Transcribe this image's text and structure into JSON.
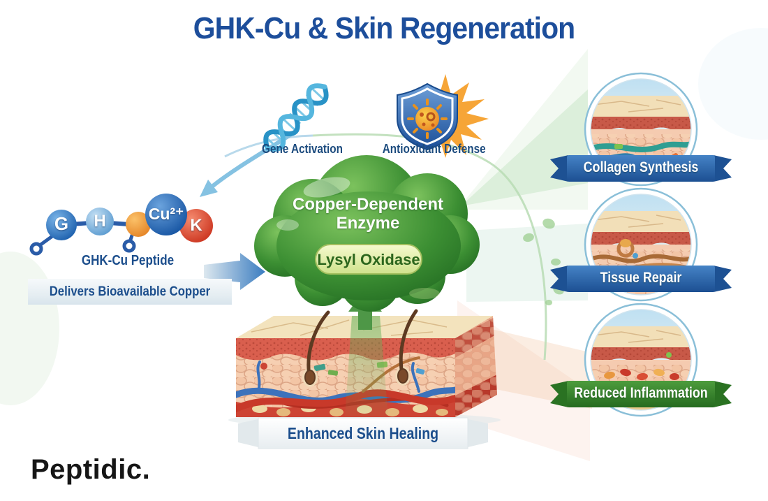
{
  "header": {
    "title": "GHK-Cu & Skin Regeneration"
  },
  "brand": {
    "name": "Peptidic."
  },
  "labels": {
    "gene_activation": "Gene Activation",
    "antioxidant_defense": "Antioxidant Defense"
  },
  "icons": {
    "gene_activation": "dna-helix-icon",
    "antioxidant_defense": "shield-virus-icon"
  },
  "peptide": {
    "beads": [
      {
        "label": "G"
      },
      {
        "label": "H"
      },
      {
        "label": "Cu²⁺"
      },
      {
        "label": "K"
      }
    ],
    "label": "GHK-Cu Peptide",
    "sublabel": "Delivers Bioavailable Copper"
  },
  "enzyme": {
    "label": "Copper-Dependent Enzyme",
    "pill": "Lysyl Oxidase"
  },
  "skin": {
    "caption": "Enhanced Skin Healing"
  },
  "outcomes": [
    {
      "label": "Collagen Synthesis"
    },
    {
      "label": "Tissue Repair"
    },
    {
      "label": "Reduced Inflammation"
    }
  ],
  "colors": {
    "title_blue": "#1d4e9b",
    "label_blue": "#1c4e8c",
    "cloud_green": "#3c8f33",
    "pill_green": "#d3e595",
    "banner_blue": "#1d5193",
    "banner_green": "#2a7222",
    "copper_orange": "#e87a1f",
    "bead_red": "#c72c18",
    "arrow_blue": "#3a7cc0",
    "arrow_green": "#4e9747"
  }
}
